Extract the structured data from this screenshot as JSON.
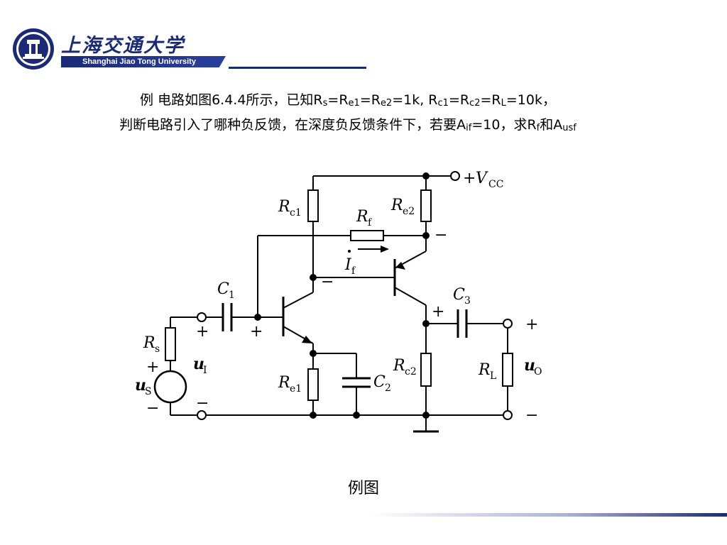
{
  "header": {
    "university_cn": "上海交通大学",
    "university_en": "Shanghai Jiao Tong University",
    "seal_icon": "university-seal-icon",
    "brand_color": "#1b2a78"
  },
  "problem": {
    "line1": {
      "text1": "例 电路如图6.4.4所示，已知R",
      "s_sub": "s",
      "t2": "=R",
      "e1_sub": "e1",
      "t3": "=R",
      "e2_sub": "e2",
      "t4": "=1k, R",
      "c1_sub": "c1",
      "t5": "=R",
      "c2_sub": "c2",
      "t6": "=R",
      "L_sub": "L",
      "t7": "=10k，"
    },
    "line2": {
      "text1": "判断电路引入了哪种负反馈，在深度负反馈条件下，若要A",
      "if_sub": "if",
      "t2": "=10，求R",
      "f_sub": "f",
      "t3": "和A",
      "usf_sub": "usf"
    }
  },
  "circuit": {
    "labels": {
      "vcc_plus": "+",
      "vcc": "V",
      "vcc_sub": "CC",
      "rc1": "R",
      "rc1_sub": "c1",
      "re2": "R",
      "re2_sub": "e2",
      "rf": "R",
      "rf_sub": "f",
      "if": "I",
      "if_sub": "f",
      "c1": "C",
      "c1_sub": "1",
      "c3": "C",
      "c3_sub": "3",
      "c2": "C",
      "c2_sub": "2",
      "rs": "R",
      "rs_sub": "s",
      "re1": "R",
      "re1_sub": "e1",
      "rc2": "R",
      "rc2_sub": "c2",
      "rl": "R",
      "rl_sub": "L",
      "ui": "u",
      "ui_sub": "I",
      "uo": "u",
      "uo_sub": "O",
      "us": "u",
      "us_sub": "S",
      "plus": "+",
      "minus": "−"
    }
  },
  "caption": "例图"
}
